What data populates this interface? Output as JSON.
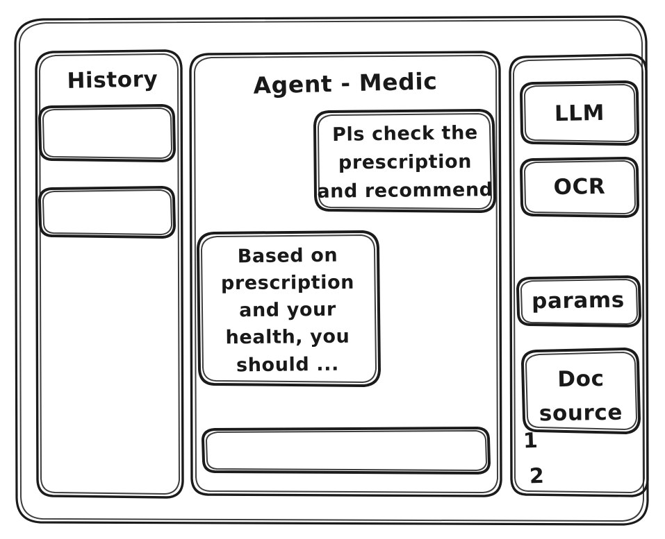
{
  "app": {
    "style": "hand-drawn-wireframe",
    "stroke_color": "#1b1b1b",
    "background_color": "#ffffff"
  },
  "sidebar_left": {
    "title": "History",
    "items": [
      {
        "label": "",
        "name": "history-item-1"
      },
      {
        "label": "",
        "name": "history-item-2"
      }
    ]
  },
  "main": {
    "title": "Agent - Medic",
    "messages": [
      {
        "role": "user",
        "align": "right",
        "lines": [
          "Pls check the",
          "prescription",
          "and recommend"
        ],
        "text": "Pls check the prescription and recommend"
      },
      {
        "role": "assistant",
        "align": "left",
        "lines": [
          "Based on",
          "prescription",
          "and your",
          "health, you",
          "should ..."
        ],
        "text": "Based on prescription and your health, you should ..."
      }
    ],
    "composer": {
      "value": "",
      "placeholder": ""
    }
  },
  "sidebar_right": {
    "buttons": [
      {
        "label": "LLM",
        "name": "llm-button"
      },
      {
        "label": "OCR",
        "name": "ocr-button"
      },
      {
        "label": "params",
        "name": "params-button"
      }
    ],
    "doc_source": {
      "lines": [
        "Doc",
        "source"
      ],
      "label": "Doc source"
    },
    "doc_list": [
      {
        "label": "1"
      },
      {
        "label": "2"
      }
    ]
  }
}
